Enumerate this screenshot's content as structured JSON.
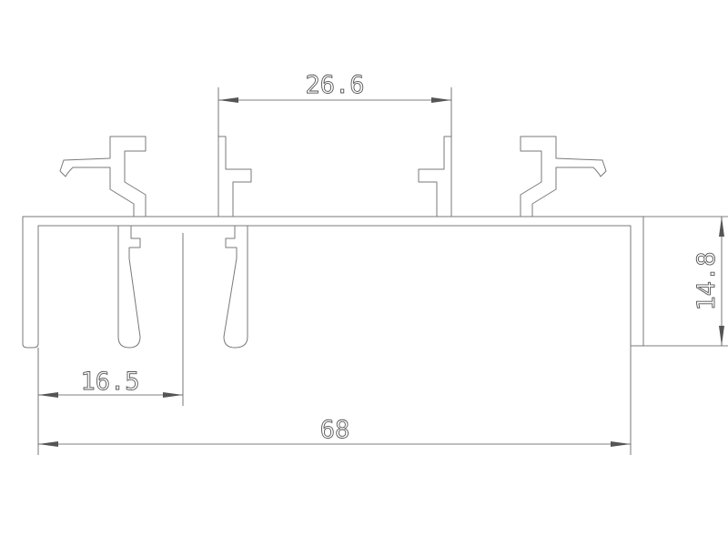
{
  "dimensions": {
    "top_width": "26.6",
    "height": "14.8",
    "left_offset": "16.5",
    "overall_width": "68"
  },
  "colors": {
    "outline": "#7a7a7a",
    "dimension": "#555555",
    "background": "#ffffff"
  }
}
